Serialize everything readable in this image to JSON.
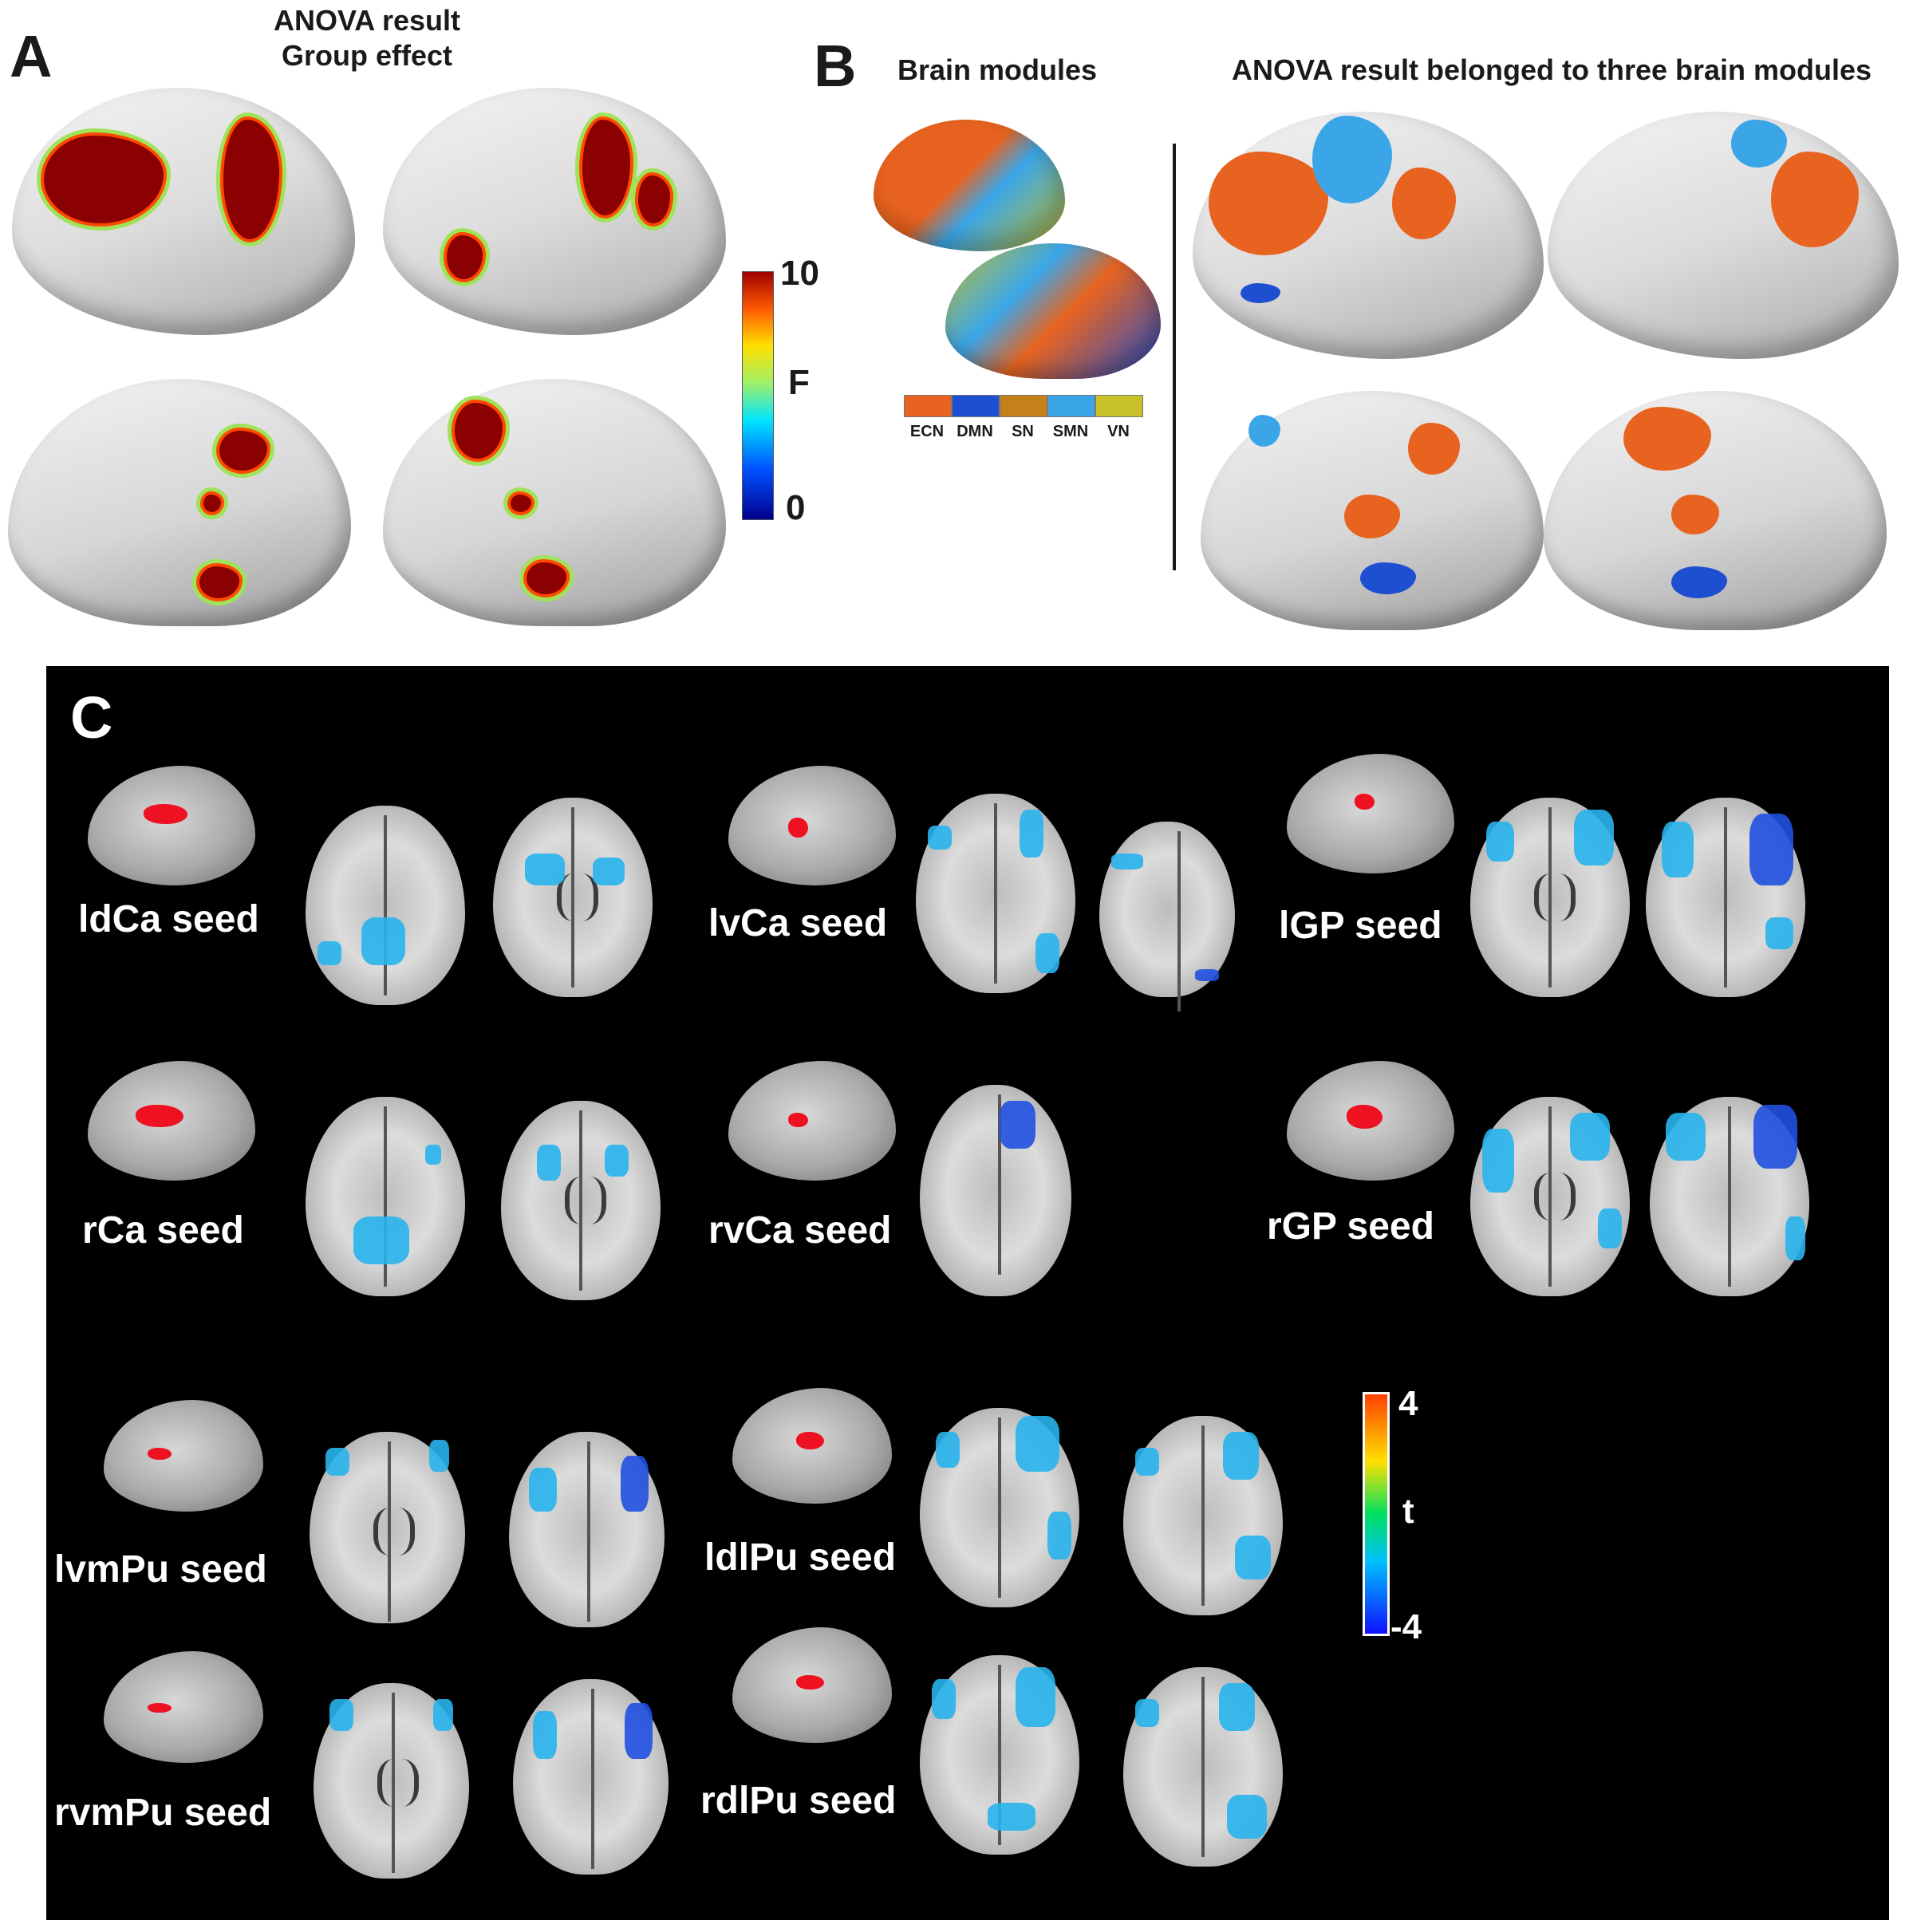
{
  "panel_a": {
    "letter": "A",
    "title_line1": "ANOVA result",
    "title_line2": "Group effect",
    "colorbar": {
      "max": "10",
      "label": "F",
      "min": "0"
    }
  },
  "panel_b": {
    "letter": "B",
    "modules_title": "Brain modules",
    "anova_title": "ANOVA result belonged to three brain modules",
    "legend": [
      {
        "label": "ECN",
        "color": "#e8631f"
      },
      {
        "label": "DMN",
        "color": "#1f4fd1"
      },
      {
        "label": "SN",
        "color": "#c5801a"
      },
      {
        "label": "SMN",
        "color": "#3aa6e8"
      },
      {
        "label": "VN",
        "color": "#c9c12a"
      }
    ]
  },
  "panel_c": {
    "letter": "C",
    "seeds": [
      "ldCa seed",
      "lvCa seed",
      "lGP seed",
      "rCa seed",
      "rvCa seed",
      "rGP seed",
      "lvmPu seed",
      "ldlPu seed",
      "rvmPu seed",
      "rdlPu seed"
    ],
    "colorbar": {
      "max": "4",
      "label": "t",
      "min": "-4"
    }
  },
  "colors": {
    "hot": "#8b0000",
    "ecn": "#e8631f",
    "smn": "#3aa6e8",
    "dmn": "#1f4fd1",
    "seed": "#ee1122"
  }
}
